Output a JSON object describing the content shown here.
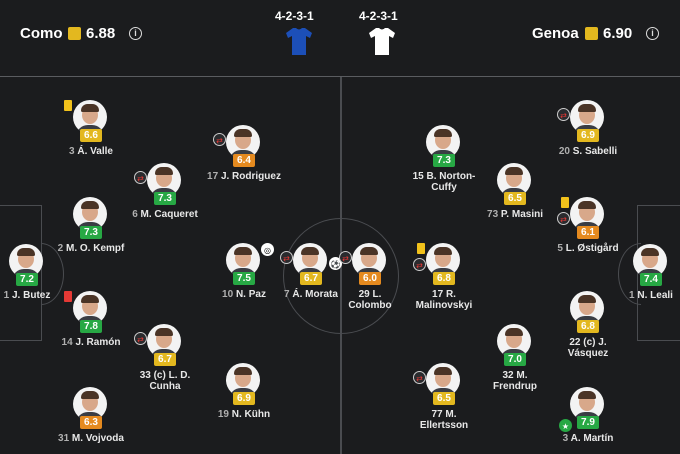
{
  "header": {
    "home": {
      "name": "Como",
      "rating": "6.88",
      "formation": "4-2-3-1",
      "kit_color": "#1c4fb8"
    },
    "away": {
      "name": "Genoa",
      "rating": "6.90",
      "formation": "4-2-3-1",
      "kit_color": "#ffffff"
    },
    "info_glyph": "i"
  },
  "colors": {
    "rating_yellow": "#e3b81f",
    "rating_green": "#27a844",
    "rating_orange": "#e58a1f",
    "yellow_card": "#f2c21b",
    "red_card": "#e53935"
  },
  "players": [
    {
      "id": "valle",
      "number": "3",
      "name": "Á. Valle",
      "rating": "6.6",
      "color": "yellow",
      "events": [
        "yellow-card"
      ]
    },
    {
      "id": "rodriguez",
      "number": "17",
      "name": "J. Rodriguez",
      "rating": "6.4",
      "color": "orange",
      "events": [
        "substitution"
      ]
    },
    {
      "id": "caqueret",
      "number": "6",
      "name": "M. Caqueret",
      "rating": "7.3",
      "color": "green",
      "events": [
        "substitution"
      ]
    },
    {
      "id": "kempf",
      "number": "2",
      "name": "M. O. Kempf",
      "rating": "7.3",
      "color": "green",
      "events": []
    },
    {
      "id": "butez",
      "number": "1",
      "name": "J. Butez",
      "rating": "7.2",
      "color": "green",
      "events": []
    },
    {
      "id": "paz",
      "number": "10",
      "name": "N. Paz",
      "rating": "7.5",
      "color": "green",
      "events": [
        "assist"
      ]
    },
    {
      "id": "morata",
      "number": "7",
      "name": "Á. Morata",
      "rating": "6.7",
      "color": "yellow",
      "events": [
        "substitution",
        "goal"
      ]
    },
    {
      "id": "ramon",
      "number": "14",
      "name": "J. Ramón",
      "rating": "7.8",
      "color": "green",
      "events": [
        "red-card"
      ]
    },
    {
      "id": "cunha",
      "number": "33",
      "name": "(c) L. D. Cunha",
      "name_lines": [
        "33 (c) L. D.",
        "Cunha"
      ],
      "rating": "6.7",
      "color": "yellow",
      "events": [
        "substitution"
      ]
    },
    {
      "id": "kuhn",
      "number": "19",
      "name": "N. Kühn",
      "rating": "6.9",
      "color": "yellow",
      "events": []
    },
    {
      "id": "vojvoda",
      "number": "31",
      "name": "M. Vojvoda",
      "rating": "6.3",
      "color": "orange",
      "events": []
    },
    {
      "id": "colombo",
      "number": "29",
      "name": "L. Colombo",
      "name_lines": [
        "29 L.",
        "Colombo"
      ],
      "rating": "6.0",
      "color": "orange",
      "events": [
        "substitution"
      ]
    },
    {
      "id": "nortoncuffy",
      "number": "15",
      "name": "B. Norton-Cuffy",
      "name_lines": [
        "15 B. Norton-",
        "Cuffy"
      ],
      "rating": "7.3",
      "color": "green",
      "events": []
    },
    {
      "id": "masini",
      "number": "73",
      "name": "P. Masini",
      "rating": "6.5",
      "color": "yellow",
      "events": []
    },
    {
      "id": "malinovskyi",
      "number": "17",
      "name": "R. Malinovskyi",
      "name_lines": [
        "17 R.",
        "Malinovskyi"
      ],
      "rating": "6.8",
      "color": "yellow",
      "events": [
        "yellow-card",
        "substitution"
      ]
    },
    {
      "id": "frendrup",
      "number": "32",
      "name": "M. Frendrup",
      "name_lines": [
        "32 M.",
        "Frendrup"
      ],
      "rating": "7.0",
      "color": "green",
      "events": []
    },
    {
      "id": "ellertsson",
      "number": "77",
      "name": "M. Ellertsson",
      "name_lines": [
        "77 M.",
        "Ellertsson"
      ],
      "rating": "6.5",
      "color": "yellow",
      "events": [
        "substitution"
      ]
    },
    {
      "id": "sabelli",
      "number": "20",
      "name": "S. Sabelli",
      "rating": "6.9",
      "color": "yellow",
      "events": [
        "substitution"
      ]
    },
    {
      "id": "ostigard",
      "number": "5",
      "name": "L. Østigård",
      "rating": "6.1",
      "color": "orange",
      "events": [
        "yellow-card",
        "substitution"
      ]
    },
    {
      "id": "vasquez",
      "number": "22",
      "name": "(c) J. Vásquez",
      "name_lines": [
        "22 (c) J.",
        "Vásquez"
      ],
      "rating": "6.8",
      "color": "yellow",
      "events": []
    },
    {
      "id": "martin",
      "number": "3",
      "name": "A. Martín",
      "rating": "7.9",
      "color": "green",
      "events": [
        "star"
      ]
    },
    {
      "id": "leali",
      "number": "1",
      "name": "N. Leali",
      "rating": "7.4",
      "color": "green",
      "events": []
    }
  ]
}
